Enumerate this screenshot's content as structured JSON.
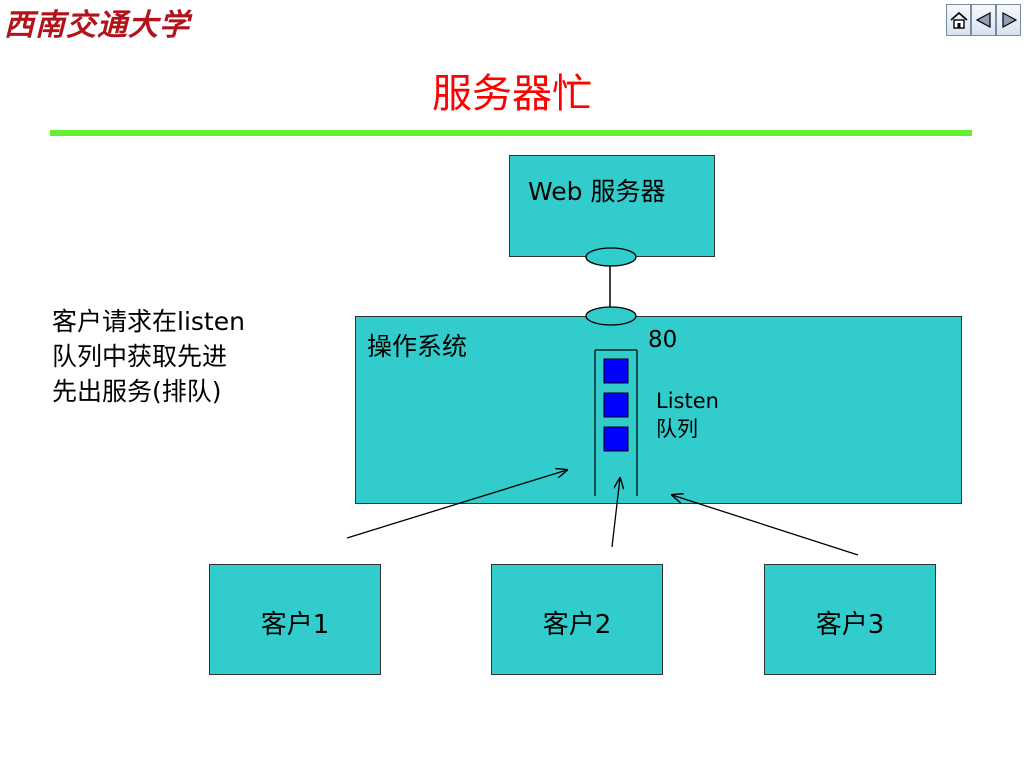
{
  "logo": {
    "text": "西南交通大学"
  },
  "nav": {
    "home_icon": "home-icon",
    "prev_icon": "triangle-left-icon",
    "next_icon": "triangle-right-icon"
  },
  "title": "服务器忙",
  "web_server": {
    "label": "Web 服务器"
  },
  "os": {
    "label": "操作系统",
    "port": "80",
    "queue_label_line1": "Listen",
    "queue_label_line2": "队列",
    "queue_slots": 3
  },
  "clients": [
    {
      "label": "客户1"
    },
    {
      "label": "客户2"
    },
    {
      "label": "客户3"
    }
  ],
  "note": {
    "line1": "客户请求在listen",
    "line2": "队列中获取先进",
    "line3": "先出服务(排队)"
  },
  "colors": {
    "title": "#ff0000",
    "title_rule": "#66ee33",
    "box_fill": "#33cccc",
    "queue_slot": "#0000ff",
    "logo": "#b3121b"
  }
}
